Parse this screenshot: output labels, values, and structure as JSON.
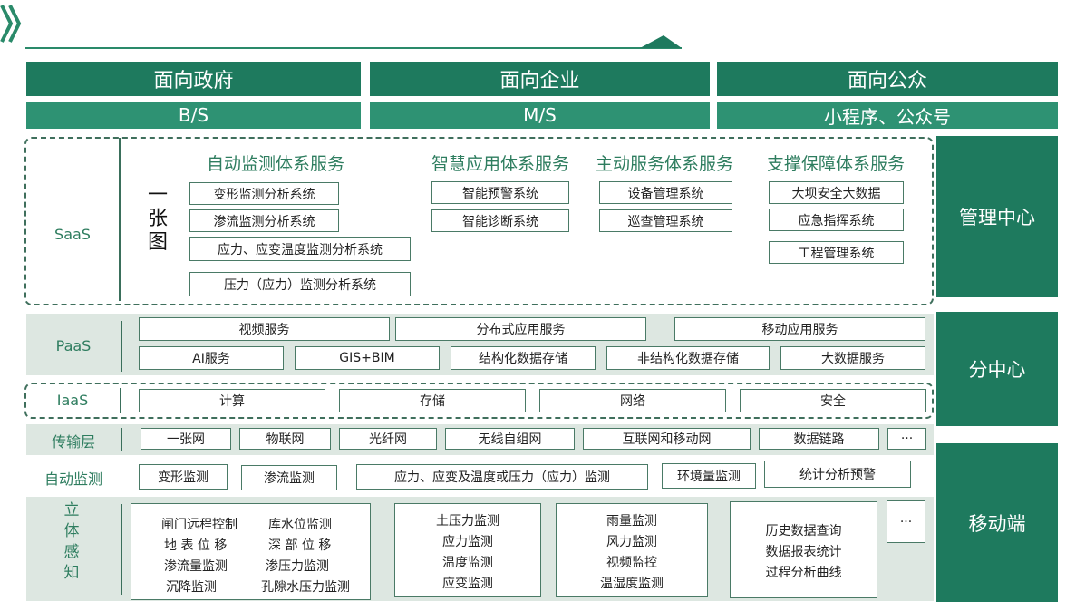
{
  "headers": [
    "面向政府",
    "面向企业",
    "面向公众"
  ],
  "subheaders": [
    "B/S",
    "M/S",
    "小程序、公众号"
  ],
  "side": {
    "top": "管理中心",
    "middle": "分中心",
    "bottom": "移动端"
  },
  "saas": {
    "label": "SaaS",
    "map": [
      "一",
      "张",
      "图"
    ],
    "categories": [
      "自动监测体系服务",
      "智慧应用体系服务",
      "主动服务体系服务",
      "支撑保障体系服务"
    ],
    "auto": [
      "变形监测分析系统",
      "渗流监测分析系统",
      "应力、应变温度监测分析系统",
      "压力（应力）监测分析系统"
    ],
    "smart": [
      "智能预警系统",
      "智能诊断系统"
    ],
    "active": [
      "设备管理系统",
      "巡查管理系统"
    ],
    "support": [
      "大坝安全大数据",
      "应急指挥系统",
      "工程管理系统"
    ]
  },
  "paas": {
    "label": "PaaS",
    "row1": [
      "视频服务",
      "分布式应用服务",
      "移动应用服务"
    ],
    "row2": [
      "AI服务",
      "GIS+BIM",
      "结构化数据存储",
      "非结构化数据存储",
      "大数据服务"
    ]
  },
  "iaas": {
    "label": "IaaS",
    "items": [
      "计算",
      "存储",
      "网络",
      "安全"
    ]
  },
  "transport": {
    "label": "传输层",
    "items": [
      "一张网",
      "物联网",
      "光纤网",
      "无线自组网",
      "互联网和移动网",
      "数据链路",
      "···"
    ]
  },
  "auto_monitor": {
    "label": "自动监测",
    "items": [
      "变形监测",
      "渗流监测",
      "应力、应变及温度或压力（应力）监测",
      "环境量监测",
      "统计分析预警"
    ]
  },
  "perception": {
    "label": [
      "立",
      "体",
      "感",
      "知"
    ],
    "g1": [
      "闸门远程控制",
      "库水位监测",
      "地 表 位 移",
      "深 部 位 移",
      "渗流量监测",
      "渗压力监测",
      "沉降监测",
      "孔隙水压力监测"
    ],
    "g2": [
      "土压力监测",
      "应力监测",
      "温度监测",
      "应变监测"
    ],
    "g3": [
      "雨量监测",
      "风力监测",
      "视频监控",
      "温湿度监测"
    ],
    "g4": [
      "历史数据查询",
      "数据报表统计",
      "过程分析曲线"
    ],
    "more": "···"
  }
}
